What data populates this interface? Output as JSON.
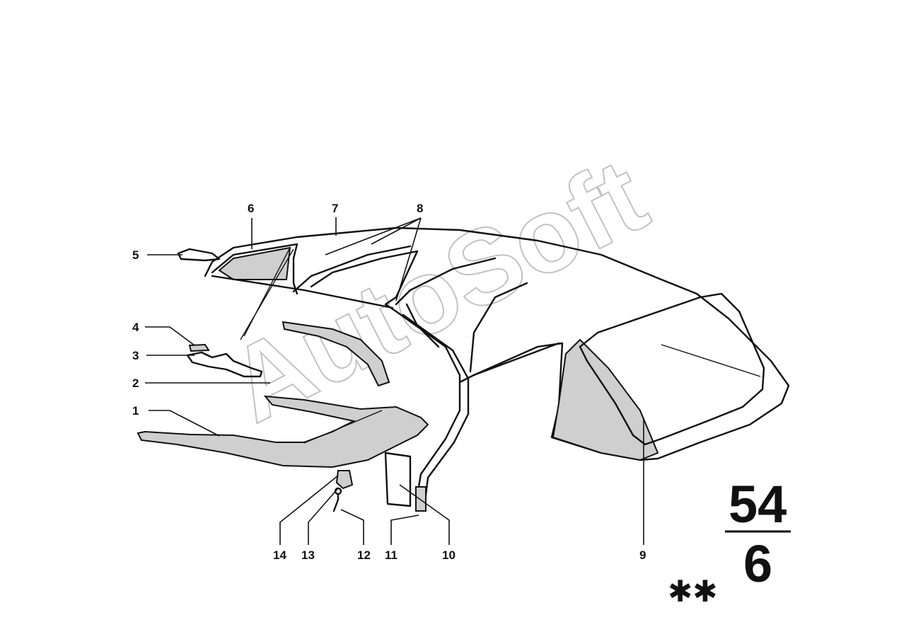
{
  "watermark": "AutoSoft",
  "group": {
    "main": "54",
    "sub": "6"
  },
  "marker": "✱✱",
  "callouts": [
    "1",
    "2",
    "3",
    "4",
    "5",
    "6",
    "7",
    "8",
    "9",
    "10",
    "11",
    "12",
    "13",
    "14"
  ]
}
